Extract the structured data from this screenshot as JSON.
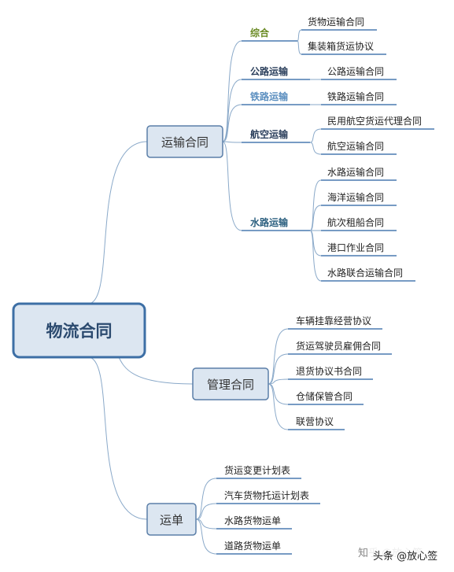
{
  "root": {
    "label": "物流合同"
  },
  "branches": [
    {
      "label": "运输合同",
      "groups": [
        {
          "label": "综合",
          "color": "#6a8a23",
          "leaves": [
            "货物运输合同",
            "集装箱货运协议"
          ]
        },
        {
          "label": "公路运输",
          "color": "#2b3f5c",
          "leaves": [
            "公路运输合同"
          ]
        },
        {
          "label": "铁路运输",
          "color": "#5a8ebf",
          "leaves": [
            "铁路运输合同"
          ]
        },
        {
          "label": "航空运输",
          "color": "#2b3f5c",
          "leaves": [
            "民用航空货运代理合同",
            "航空运输合同"
          ]
        },
        {
          "label": "水路运输",
          "color": "#2b5f7f",
          "leaves": [
            "水路运输合同",
            "海洋运输合同",
            "航次租船合同",
            "港口作业合同",
            "水路联合运输合同"
          ]
        }
      ]
    },
    {
      "label": "管理合同",
      "leaves": [
        "车辆挂靠经营协议",
        "货运驾驶员雇佣合同",
        "退货协议书合同",
        "仓储保管合同",
        "联营协议"
      ]
    },
    {
      "label": "运单",
      "leaves": [
        "货运变更计划表",
        "汽车货物托运计划表",
        "水路货物运单",
        "道路货物运单"
      ]
    }
  ],
  "watermark": {
    "faint": "知乎 @放心签",
    "main": "头条 @放心签"
  },
  "colors": {
    "connector": "#8aa9c9",
    "underline": "#4a7ab0",
    "node_fill": "#dce6f1",
    "node_border": "#5b7fa8",
    "root_border": "#3d6fa5"
  }
}
